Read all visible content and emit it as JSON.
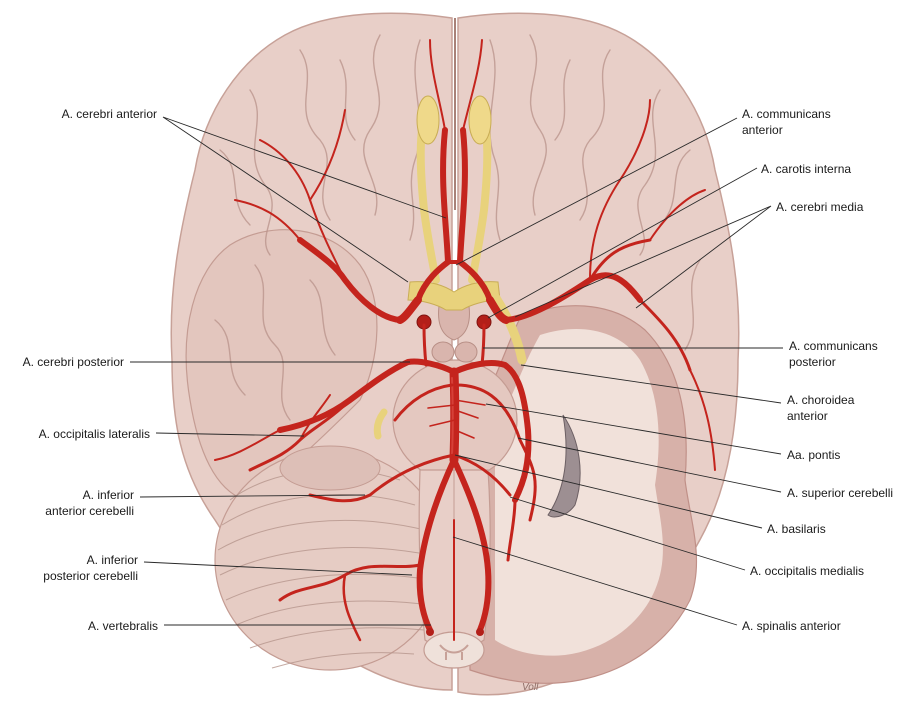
{
  "colors": {
    "background": "#ffffff",
    "brain_surface": "#e8cfc8",
    "cortex_cut": "#d7b1a9",
    "white_matter": "#f1e1da",
    "artery": "#c4241d",
    "cranial_nerve": "#e8d27c",
    "label_text": "#1a1a1a"
  },
  "labels": {
    "cerebri_anterior": "A. cerebri anterior",
    "communicans_anterior_1": "A. communicans",
    "communicans_anterior_2": "anterior",
    "carotis_interna": "A. carotis interna",
    "cerebri_media": "A. cerebri media",
    "cerebri_posterior": "A. cerebri posterior",
    "communicans_posterior_1": "A. communicans",
    "communicans_posterior_2": "posterior",
    "choroidea_anterior_1": "A. choroidea",
    "choroidea_anterior_2": "anterior",
    "occipitalis_lateralis": "A. occipitalis lateralis",
    "pontis": "Aa. pontis",
    "inferior_anterior_cerebelli_1": "A. inferior",
    "inferior_anterior_cerebelli_2": "anterior cerebelli",
    "superior_cerebelli": "A. superior cerebelli",
    "basilaris": "A. basilaris",
    "inferior_posterior_cerebelli_1": "A. inferior",
    "inferior_posterior_cerebelli_2": "posterior cerebelli",
    "occipitalis_medialis": "A. occipitalis medialis",
    "vertebralis": "A. vertebralis",
    "spinalis_anterior": "A. spinalis anterior"
  },
  "signature": "Voll"
}
